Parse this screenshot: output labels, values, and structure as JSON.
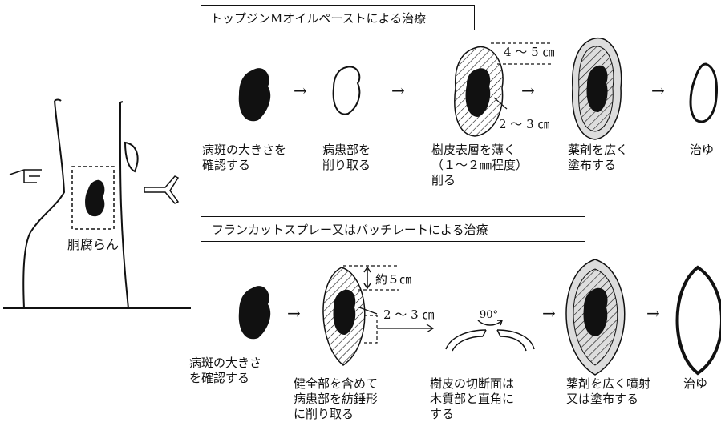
{
  "section1": {
    "title": "トップジンMオイルペーストによる治療",
    "measure_outer": "4 ～ 5 ㎝",
    "measure_inner": "2 ～ 3 ㎝",
    "steps": [
      "病斑の大きさを\n確認する",
      "病患部を\n削り取る",
      "樹皮表層を薄く\n（１～２㎜程度）\n削る",
      "薬剤を広く\n塗布する",
      "治ゆ"
    ]
  },
  "section2": {
    "title": "フランカットスプレー又はバッチレートによる治療",
    "measure_outer": "約５㎝",
    "measure_inner": "2 ～ 3 ㎝",
    "angle": "90°",
    "steps": [
      "病斑の大きさ\nを確認する",
      "健全部を含めて\n病患部を紡錘形\nに削り取る",
      "樹皮の切断面は\n木質部と直角に\nする",
      "薬剤を広く噴射\n又は塗布する",
      "治ゆ"
    ]
  },
  "tree_label": "胴腐らん",
  "arrow": "→",
  "pointing_hand": "☞"
}
